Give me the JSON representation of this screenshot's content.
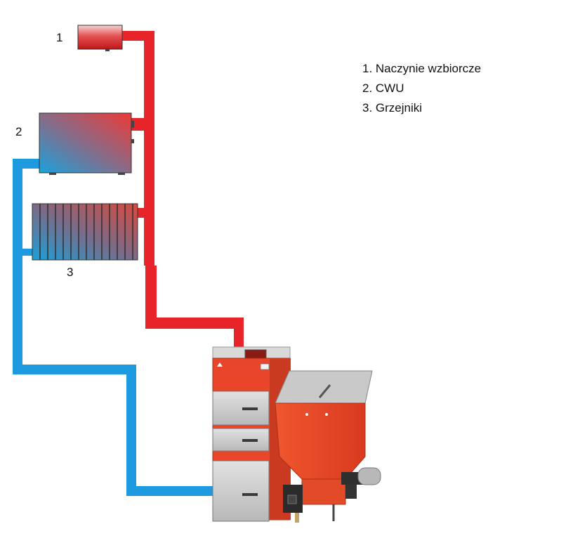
{
  "labels": {
    "vessel": "1",
    "cwu": "2",
    "radiators": "3"
  },
  "legend": [
    "1. Naczynie wzbiorcze",
    "2. CWU",
    "3. Grzejniki"
  ],
  "colors": {
    "supply": "#e8242b",
    "return": "#1e9be0",
    "boiler_body": "#e8452a",
    "door": "#c9c9c9"
  }
}
